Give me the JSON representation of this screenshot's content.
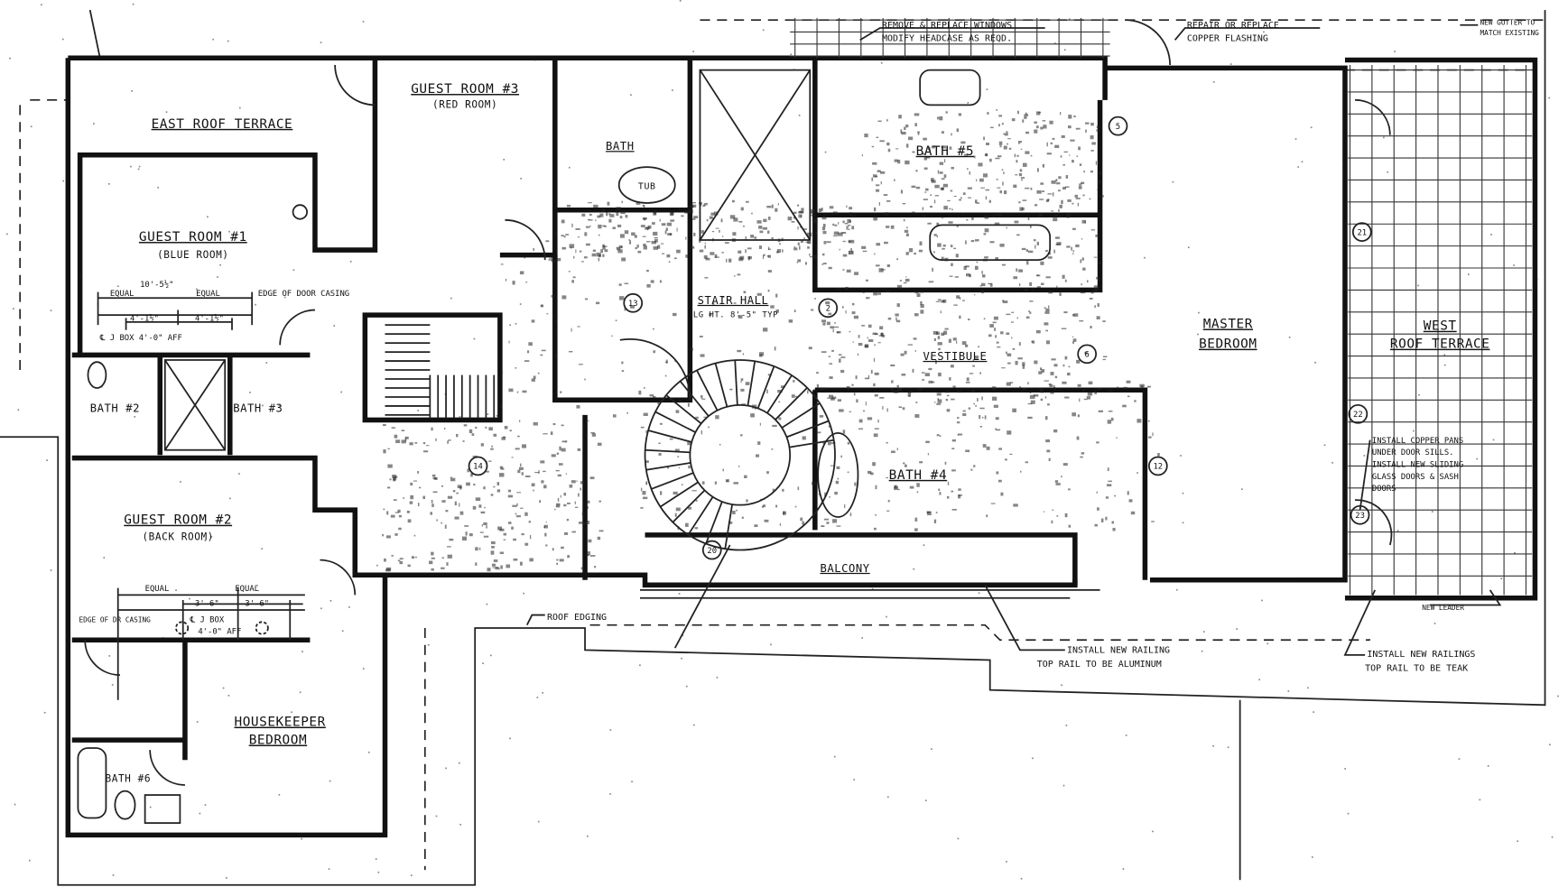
{
  "rooms": {
    "east_terrace": "EAST ROOF TERRACE",
    "guest3": "GUEST ROOM #3",
    "guest3_sub": "(RED ROOM)",
    "guest1": "GUEST ROOM #1",
    "guest1_sub": "(BLUE ROOM)",
    "bath2": "BATH #2",
    "bath3": "BATH #3",
    "guest2": "GUEST ROOM #2",
    "guest2_sub": "(BACK ROOM)",
    "housekeeper": "HOUSEKEEPER",
    "housekeeper_sub": "BEDROOM",
    "bath6": "BATH #6",
    "bath": "BATH",
    "tub": "TUB",
    "bath5": "BATH #5",
    "stair_hall": "STAIR HALL",
    "stair_hall_sub": "CLG HT. 8'-5\" TYP",
    "vestibule": "VESTIBULE",
    "bath4": "BATH #4",
    "balcony": "BALCONY",
    "master": "MASTER",
    "master_sub": "BEDROOM",
    "west_terrace": "WEST",
    "west_terrace_sub": "ROOF TERRACE"
  },
  "dimensions": {
    "g1_total": "10'-5½\"",
    "g1_equal_a": "EQUAL",
    "g1_equal_b": "EQUAL",
    "g1_half_a": "4'-1½\"",
    "g1_half_b": "4'-1½\"",
    "g1_edge": "EDGE OF DOOR CASING",
    "g1_jbox": "℄ J BOX 4'-0\" AFF",
    "g2_equal_a": "EQUAL",
    "g2_equal_b": "EQUAL",
    "g2_half_a": "3'-6\"",
    "g2_half_b": "3'-6\"",
    "g2_jbox": "℄ J BOX",
    "g2_jbox_h": "4'-0\" AFF",
    "g2_edge": "EDGE OF DR CASING"
  },
  "notes": {
    "windows_1": "REMOVE & REPLACE WINDOWS",
    "windows_2": "MODIFY HEADCASE AS REQD.",
    "flashing_1": "REPAIR OR REPLACE",
    "flashing_2": "COPPER FLASHING",
    "gutter_1": "NEW GUTTER TO",
    "gutter_2": "MATCH EXISTING",
    "copper_1": "INSTALL COPPER PANS",
    "copper_2": "UNDER DOOR SILLS.",
    "copper_3": "INSTALL NEW SLIDING",
    "copper_4": "GLASS DOORS & SASH",
    "copper_5": "DOORS",
    "railing_a1": "INSTALL NEW RAILING",
    "railing_a2": "TOP RAIL TO BE ALUMINUM",
    "railing_b1": "INSTALL NEW RAILINGS",
    "railing_b2": "TOP RAIL TO BE TEAK",
    "roof_edging": "ROOF EDGING",
    "leader": "NEW LEADER"
  },
  "tags": [
    "2",
    "5",
    "6",
    "12",
    "13",
    "14",
    "20",
    "21",
    "22",
    "23"
  ],
  "colors": {
    "ink": "#111111",
    "paper": "#ffffff"
  }
}
